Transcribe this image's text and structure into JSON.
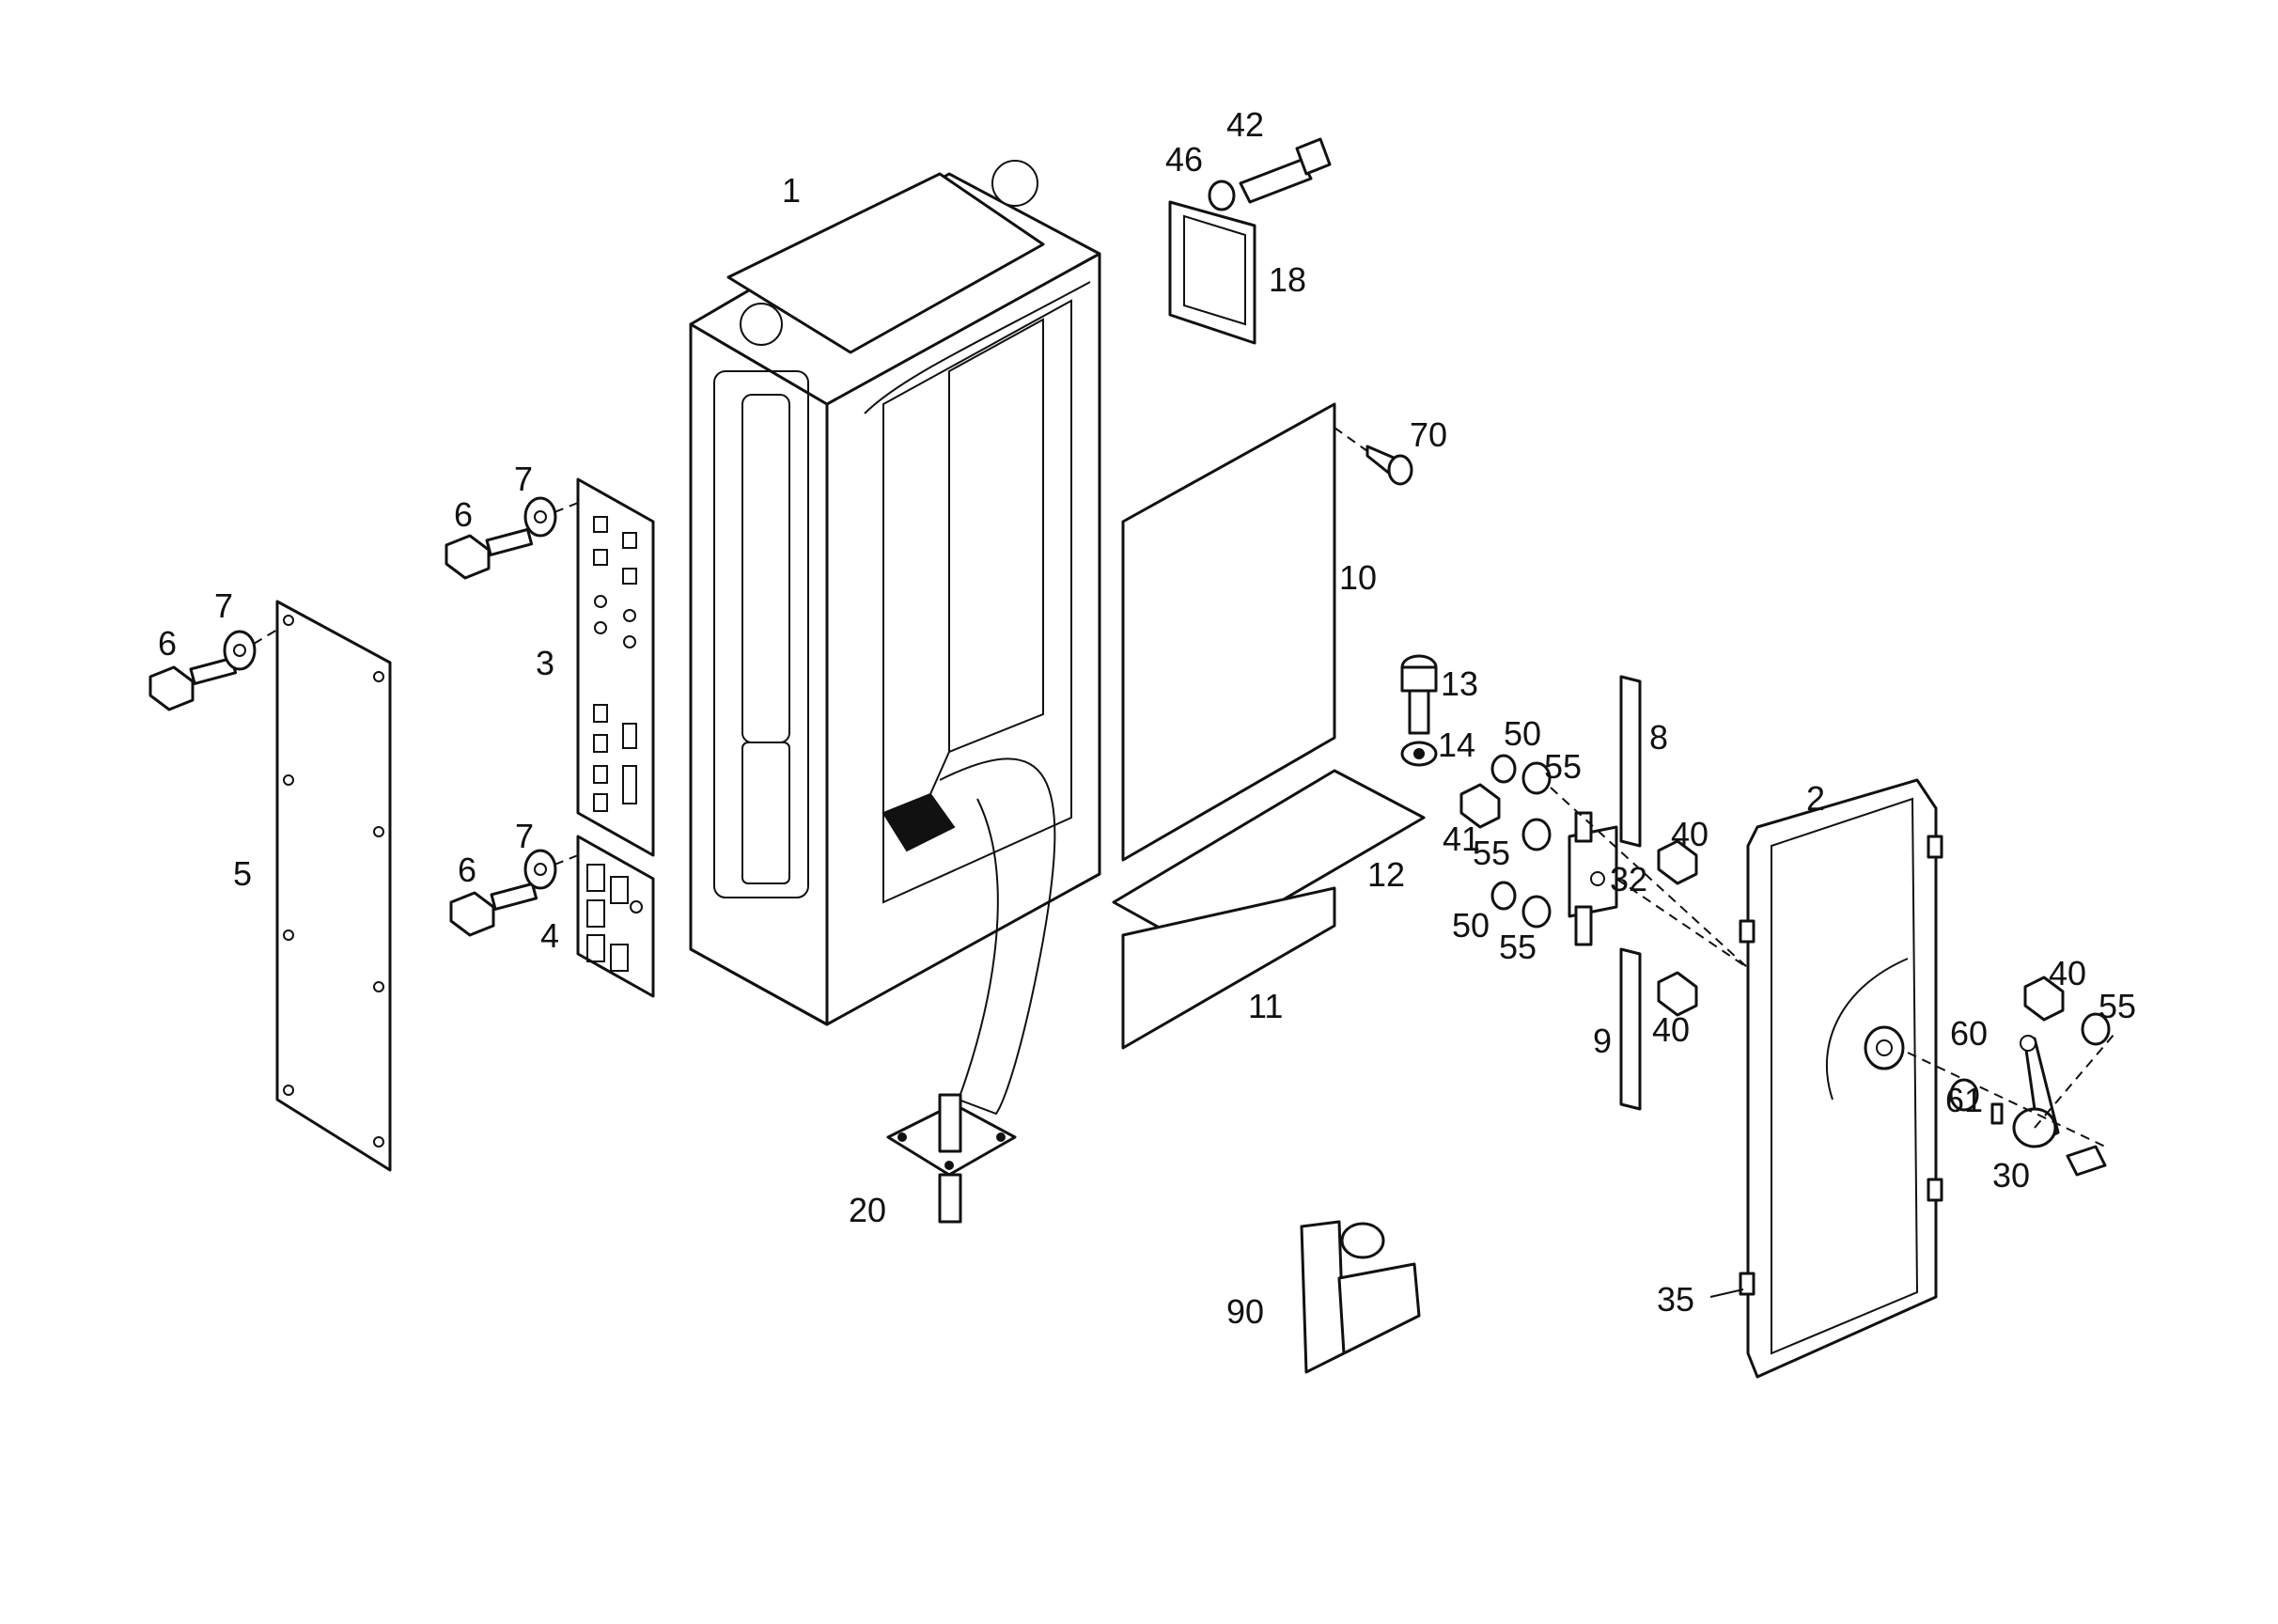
{
  "diagram": {
    "callouts": {
      "c1": "1",
      "c2": "2",
      "c3": "3",
      "c4": "4",
      "c5": "5",
      "c6a": "6",
      "c6b": "6",
      "c6c": "6",
      "c7a": "7",
      "c7b": "7",
      "c7c": "7",
      "c8": "8",
      "c9": "9",
      "c10": "10",
      "c11": "11",
      "c12": "12",
      "c13": "13",
      "c14": "14",
      "c18": "18",
      "c20": "20",
      "c30": "30",
      "c32": "32",
      "c35": "35",
      "c40a": "40",
      "c40b": "40",
      "c40c": "40",
      "c41": "41",
      "c42": "42",
      "c46": "46",
      "c50a": "50",
      "c50b": "50",
      "c55a": "55",
      "c55b": "55",
      "c55c": "55",
      "c55d": "55",
      "c60": "60",
      "c61": "61",
      "c70": "70",
      "c90": "90"
    }
  }
}
